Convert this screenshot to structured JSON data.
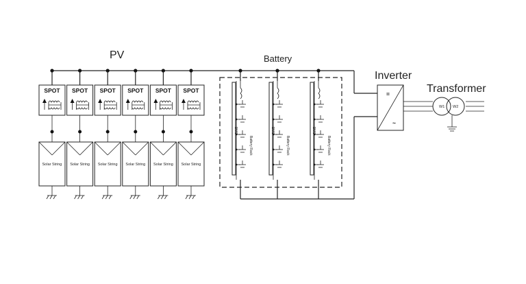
{
  "pv": {
    "title": "PV",
    "spot_label": "SPOT",
    "string_label": "Solar String",
    "string_count": 6
  },
  "battery": {
    "title": "Battery",
    "rack_label": "Battery Rack",
    "bms_label": "BMS",
    "rack_count": 3
  },
  "inverter": {
    "title": "Inverter",
    "dc_symbol": "=",
    "ac_symbol": "~"
  },
  "transformer": {
    "title": "Transformer",
    "w1": "W1",
    "w2": "W2"
  }
}
